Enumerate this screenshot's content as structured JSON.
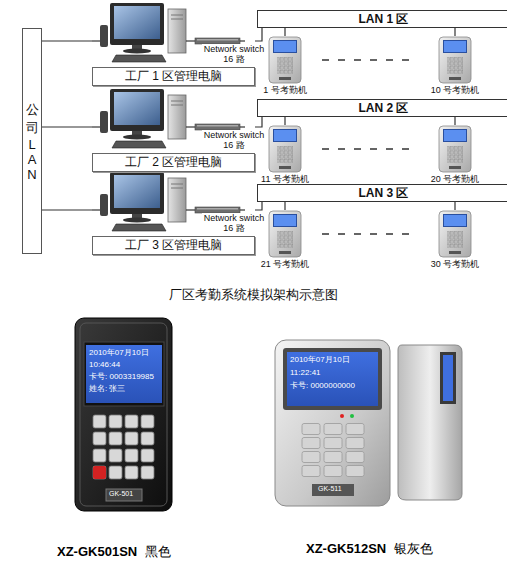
{
  "diagram": {
    "caption": "厂区考勤系统模拟架构示意图",
    "nodes": [
      {
        "text": [
          "公司LAN"
        ]
      },
      {
        "text": [
          "LAN 1 区"
        ]
      },
      {
        "text": [
          "工厂 1 区管理电脑"
        ]
      },
      {
        "text": [
          "1 号考勤机"
        ]
      },
      {
        "text": [
          "10 号考勤机"
        ]
      },
      {
        "text": [
          "LAN 2 区"
        ]
      },
      {
        "text": [
          "工厂 2 区管理电脑"
        ]
      },
      {
        "text": [
          "11 号考勤机"
        ]
      },
      {
        "text": [
          "20 号考勤机"
        ]
      },
      {
        "text": [
          "LAN 3 区"
        ]
      },
      {
        "text": [
          "工厂 3 区管理电脑"
        ]
      },
      {
        "text": [
          "21 号考勤机"
        ]
      },
      {
        "text": [
          "30 号考勤机"
        ]
      }
    ],
    "edges": [
      {
        "from": 0,
        "to": 2,
        "arrow": "none"
      },
      {
        "from": 2,
        "to": 1,
        "label": "Network switch 16 路",
        "arrow": "none"
      },
      {
        "from": 1,
        "to": 3,
        "arrow": "none"
      },
      {
        "from": 1,
        "to": 4,
        "arrow": "none"
      },
      {
        "from": 0,
        "to": 6,
        "arrow": "none"
      },
      {
        "from": 6,
        "to": 5,
        "label": "Network switch 16 路",
        "arrow": "none"
      },
      {
        "from": 5,
        "to": 7,
        "arrow": "none"
      },
      {
        "from": 5,
        "to": 8,
        "arrow": "none"
      },
      {
        "from": 0,
        "to": 10,
        "arrow": "none"
      },
      {
        "from": 10,
        "to": 9,
        "label": "Network switch 16 路",
        "arrow": "none"
      },
      {
        "from": 9,
        "to": 11,
        "arrow": "none"
      },
      {
        "from": 9,
        "to": 12,
        "arrow": "none"
      }
    ],
    "labels": [
      "2010年07月10日",
      "10:46:44",
      "卡号: 0003319985",
      "姓名: 张三",
      "GK-501",
      "2010年07月10日",
      "11:22:41",
      "卡号: 0000000000",
      "GK-511",
      "XZ-GK501SN",
      "黑色",
      "XZ-GK512SN",
      "银灰色"
    ]
  }
}
